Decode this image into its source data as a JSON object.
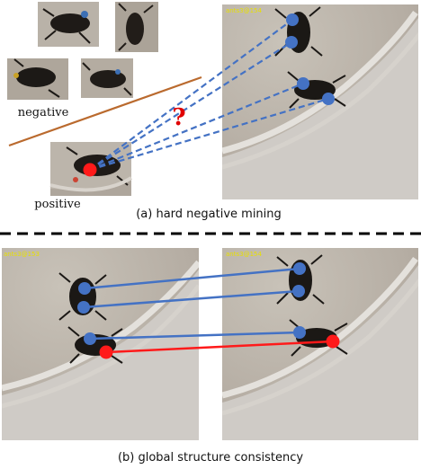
{
  "colors": {
    "positive": "#ff1a1a",
    "negative_point": "#4472c4",
    "match_line": "#4472c4",
    "wrong_line": "#ff1a1a",
    "divider": "#ba6a2e",
    "frame_label": "#e8e000",
    "question": "#e00000"
  },
  "panel_a": {
    "frame_label": "ants3@154",
    "negative_label": "negative",
    "positive_label": "positive",
    "question": "?",
    "caption": "(a)  hard negative mining"
  },
  "panel_b": {
    "left_frame_label": "ants3@153",
    "right_frame_label": "ants3@154",
    "caption": "(b)  global structure consistency"
  }
}
